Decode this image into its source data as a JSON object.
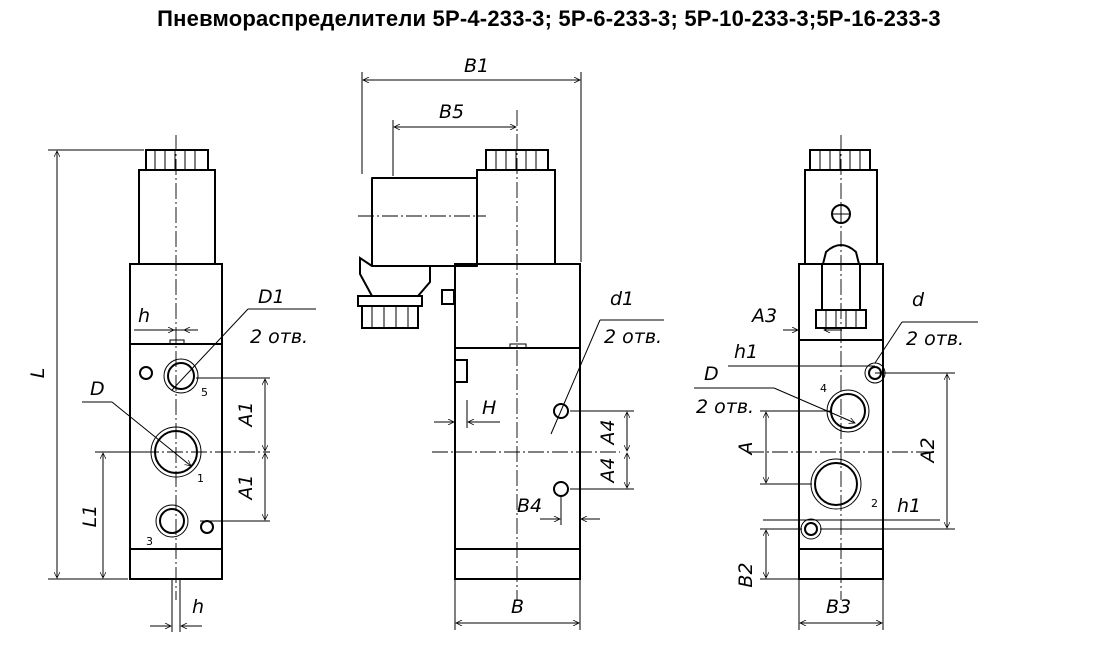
{
  "title": "Пневмораспределители 5Р-4-233-3; 5Р-6-233-3; 5Р-10-233-3;5Р-16-233-3",
  "labels": {
    "left": {
      "L": "L",
      "h_top": "h",
      "D1": "D1",
      "D1_note": "2 отв.",
      "D": "D",
      "A1_top": "A1",
      "A1_bottom": "A1",
      "L1": "L1",
      "h_bottom": "h",
      "port_5": "5",
      "port_1": "1",
      "port_3": "3"
    },
    "middle": {
      "B1": "B1",
      "B5": "B5",
      "d1": "d1",
      "d1_note": "2 отв.",
      "H": "H",
      "A4_top": "A4",
      "A4_bottom": "A4",
      "B4": "B4",
      "B": "B"
    },
    "right": {
      "A3": "A3",
      "d": "d",
      "d_note": "2 отв.",
      "h1_top": "h1",
      "D": "D",
      "D_note": "2 отв.",
      "A": "A",
      "A2": "A2",
      "h1_bottom": "h1",
      "B2": "B2",
      "B3": "B3",
      "port_4": "4",
      "port_2": "2"
    }
  }
}
